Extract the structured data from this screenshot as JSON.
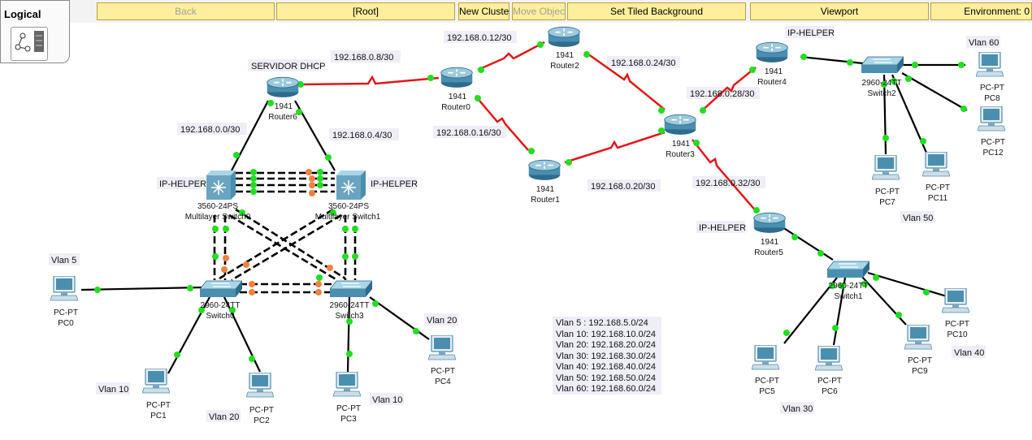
{
  "toolbar": {
    "tab_title": "Logical",
    "back": "Back",
    "root": "[Root]",
    "new_cluster": "New Cluster",
    "move_object": "Move Object",
    "tiled_bg": "Set Tiled Background",
    "viewport": "Viewport",
    "environment": "Environment: 0"
  },
  "colors": {
    "serial_link": "#e01818",
    "ethernet_link": "#000000",
    "link_up": "#22dd22",
    "link_blocking": "#f08040",
    "toolbar_button": "#ffef9c"
  },
  "icons": {
    "router": "router-icon",
    "switch": "switch-icon",
    "multilayer": "multilayer-switch-icon",
    "pc": "pc-icon",
    "logical_tab": "logical-topology-icon"
  },
  "devices": {
    "router0": {
      "model": "1941",
      "name": "Router0"
    },
    "router1": {
      "model": "1941",
      "name": "Router1"
    },
    "router2": {
      "model": "1941",
      "name": "Router2"
    },
    "router3": {
      "model": "1941",
      "name": "Router3"
    },
    "router4": {
      "model": "1941",
      "name": "Router4"
    },
    "router5": {
      "model": "1941",
      "name": "Router5"
    },
    "router6": {
      "model": "1941",
      "name": "Router6"
    },
    "mls0": {
      "model": "3560-24PS",
      "name": "Multilayer Switch0"
    },
    "mls1": {
      "model": "3560-24PS",
      "name": "Multilayer Switch1"
    },
    "switch0": {
      "model": "2960-24TT",
      "name": "Switch0"
    },
    "switch1": {
      "model": "2960-24TT",
      "name": "Switch1"
    },
    "switch2": {
      "model": "2960-24TT",
      "name": "Switch2"
    },
    "switch3": {
      "model": "2960-24TT",
      "name": "Switch3"
    },
    "pc0": {
      "model": "PC-PT",
      "name": "PC0"
    },
    "pc1": {
      "model": "PC-PT",
      "name": "PC1"
    },
    "pc2": {
      "model": "PC-PT",
      "name": "PC2"
    },
    "pc3": {
      "model": "PC-PT",
      "name": "PC3"
    },
    "pc4": {
      "model": "PC-PT",
      "name": "PC4"
    },
    "pc5": {
      "model": "PC-PT",
      "name": "PC5"
    },
    "pc6": {
      "model": "PC-PT",
      "name": "PC6"
    },
    "pc7": {
      "model": "PC-PT",
      "name": "PC7"
    },
    "pc8": {
      "model": "PC-PT",
      "name": "PC8"
    },
    "pc9": {
      "model": "PC-PT",
      "name": "PC9"
    },
    "pc10": {
      "model": "PC-PT",
      "name": "PC10"
    },
    "pc11": {
      "model": "PC-PT",
      "name": "PC11"
    },
    "pc12": {
      "model": "PC-PT",
      "name": "PC12"
    }
  },
  "notes": {
    "servidor_dhcp": "SERVIDOR DHCP",
    "net_0_0": "192.168.0.0/30",
    "net_0_4": "192.168.0.4/30",
    "net_0_8": "192.168.0.8/30",
    "net_0_12": "192.168.0.12/30",
    "net_0_16": "192.168.0.16/30",
    "net_0_20": "192.168.0.20/30",
    "net_0_24": "192.168.0.24/30",
    "net_0_28": "192.168.0.28/30",
    "net_0_32": "192.168.0.32/30",
    "ip_helper": "IP-HELPER",
    "vlan5": "Vlan 5",
    "vlan10": "Vlan 10",
    "vlan20": "Vlan 20",
    "vlan30": "Vlan 30",
    "vlan40": "Vlan 40",
    "vlan50": "Vlan 50",
    "vlan60": "Vlan 60"
  },
  "legend": [
    "Vlan 5 : 192.168.5.0/24",
    "Vlan 10: 192.168.10.0/24",
    "Vlan 20: 192.168.20.0/24",
    "Vlan 30: 192.168.30.0/24",
    "Vlan 40: 192.168.40.0/24",
    "Vlan 50: 192.168.50.0/24",
    "Vlan 60: 192.168.60.0/24"
  ]
}
